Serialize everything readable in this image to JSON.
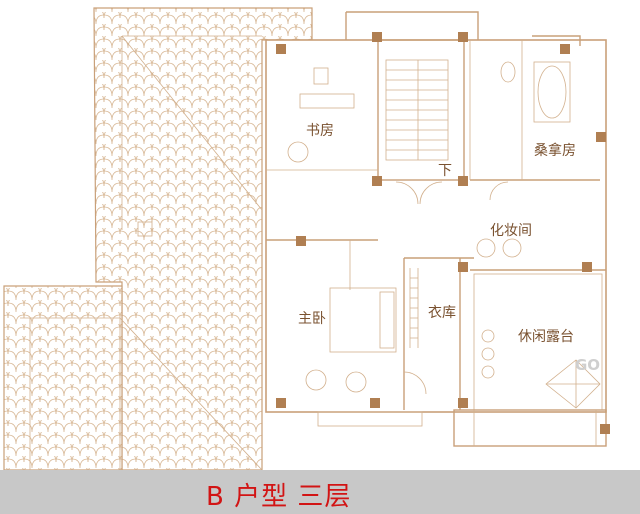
{
  "plan": {
    "caption": "B 户型  三层",
    "rooms": {
      "study": "书房",
      "down_stair": "下",
      "sauna": "桑拿房",
      "dressing": "化妆间",
      "master_bedroom": "主卧",
      "wardrobe": "衣库",
      "terrace": "休闲露台"
    },
    "watermark": "GO",
    "colors": {
      "linework": "#c9a079",
      "columns": "#b07f52",
      "label_text": "#7a5230",
      "caption_text": "#d21414",
      "caption_band": "#c8c8c8"
    }
  }
}
